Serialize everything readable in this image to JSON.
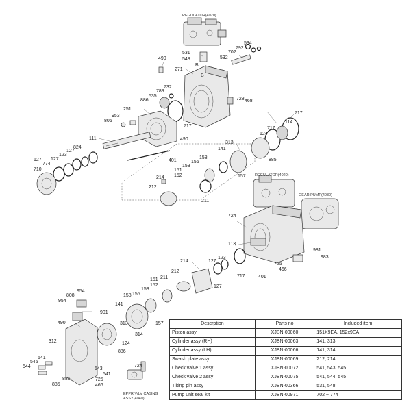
{
  "captions": {
    "regulator_top": "REGULATOR(4020)",
    "regulator_mid": "REGULATOR(4020)",
    "gear_pump": "GEAR PUMP(4030)",
    "eppr_line1": "EPPR V/LV CASING",
    "eppr_line2": "ASSY(4040)"
  },
  "callouts": {
    "c490a": "490",
    "c531": "531",
    "c548": "548",
    "c702": "702",
    "c792": "792",
    "c534": "534",
    "c532": "532",
    "cB1": "B",
    "c271": "271",
    "cB2": "B",
    "c732": "732",
    "c789": "789",
    "c535": "535",
    "c886a": "886",
    "c728": "728",
    "c468": "468",
    "c251": "251",
    "c953": "953",
    "c806": "806",
    "c717a": "717",
    "c717b": "717",
    "c114": "114",
    "c717c": "717",
    "c124a": "124",
    "c111": "111",
    "c490b": "490",
    "c313a": "313",
    "c141a": "141",
    "c885a": "885",
    "c824": "824",
    "c127a": "127",
    "c123a": "123",
    "c127b": "127",
    "c774": "774",
    "c127c": "127",
    "c710": "710",
    "c401a": "401",
    "c158a": "158",
    "c156a": "156",
    "c153a": "153",
    "c151a": "151",
    "c152a": "152",
    "c157a": "157",
    "c214a": "214",
    "c212a": "212",
    "c211a": "211",
    "c724a": "724",
    "c113": "113",
    "c981": "981",
    "c983": "983",
    "c214b": "214",
    "c123b": "123",
    "c127d": "127",
    "c725a": "725",
    "c466a": "466",
    "c212b": "212",
    "c211b": "211",
    "c151b": "151",
    "c152b": "152",
    "c153b": "153",
    "c158b": "158",
    "c156b": "156",
    "c141b": "141",
    "c157b": "157",
    "c717d": "717",
    "c401b": "401",
    "c127e": "127",
    "c954a": "954",
    "c808": "808",
    "c954b": "954",
    "c901": "901",
    "c490c": "490",
    "c313b": "313",
    "c312": "312",
    "c314": "314",
    "c124b": "124",
    "c886b": "886",
    "c724b": "724",
    "c541a": "541",
    "c545": "545",
    "c544": "544",
    "c541b": "541",
    "c543": "543",
    "c885b": "885",
    "c886c": "886",
    "c725b": "725",
    "c466b": "466"
  },
  "table": {
    "headers": [
      "Descrption",
      "Parts no",
      "Included item"
    ],
    "rows": [
      [
        "Piston assy",
        "XJBN-00060",
        "151X9EA, 152x9EA"
      ],
      [
        "Cylinder assy (RH)",
        "XJBN-00063",
        "141, 313"
      ],
      [
        "Cylinder assy (LH)",
        "XJBN-00066",
        "141, 314"
      ],
      [
        "Swash plate assy",
        "XJBN-00069",
        "212, 214"
      ],
      [
        "Check valve 1 assy",
        "XJBN-00072",
        "541, 543, 545"
      ],
      [
        "Check valve 2 assy",
        "XJBN-00075",
        "541, 544, 545"
      ],
      [
        "Tilting pin assy",
        "XJBN-00366",
        "531, 548"
      ],
      [
        "Pump unit seal kit",
        "XJBN-00971",
        "702 ~ 774"
      ]
    ]
  }
}
